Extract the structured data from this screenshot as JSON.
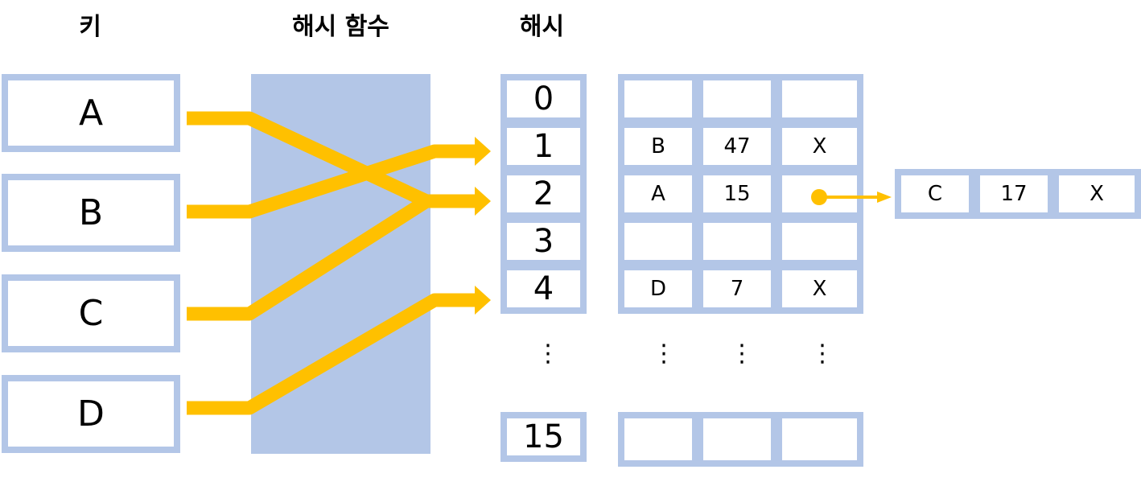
{
  "headers": {
    "keys": "키",
    "hash_function": "해시 함수",
    "hash": "해시"
  },
  "keys": [
    "A",
    "B",
    "C",
    "D"
  ],
  "slots": [
    "0",
    "1",
    "2",
    "3",
    "4",
    "15"
  ],
  "buckets": [
    [
      "",
      "",
      ""
    ],
    [
      "B",
      "47",
      "X"
    ],
    [
      "A",
      "15",
      ""
    ],
    [
      "",
      "",
      ""
    ],
    [
      "D",
      "7",
      "X"
    ],
    [
      "",
      "",
      ""
    ]
  ],
  "chain": [
    "C",
    "17",
    "X"
  ],
  "ellipsis": "⋮",
  "colors": {
    "box_border": "#b3c6e7",
    "arrow": "#ffc000"
  }
}
